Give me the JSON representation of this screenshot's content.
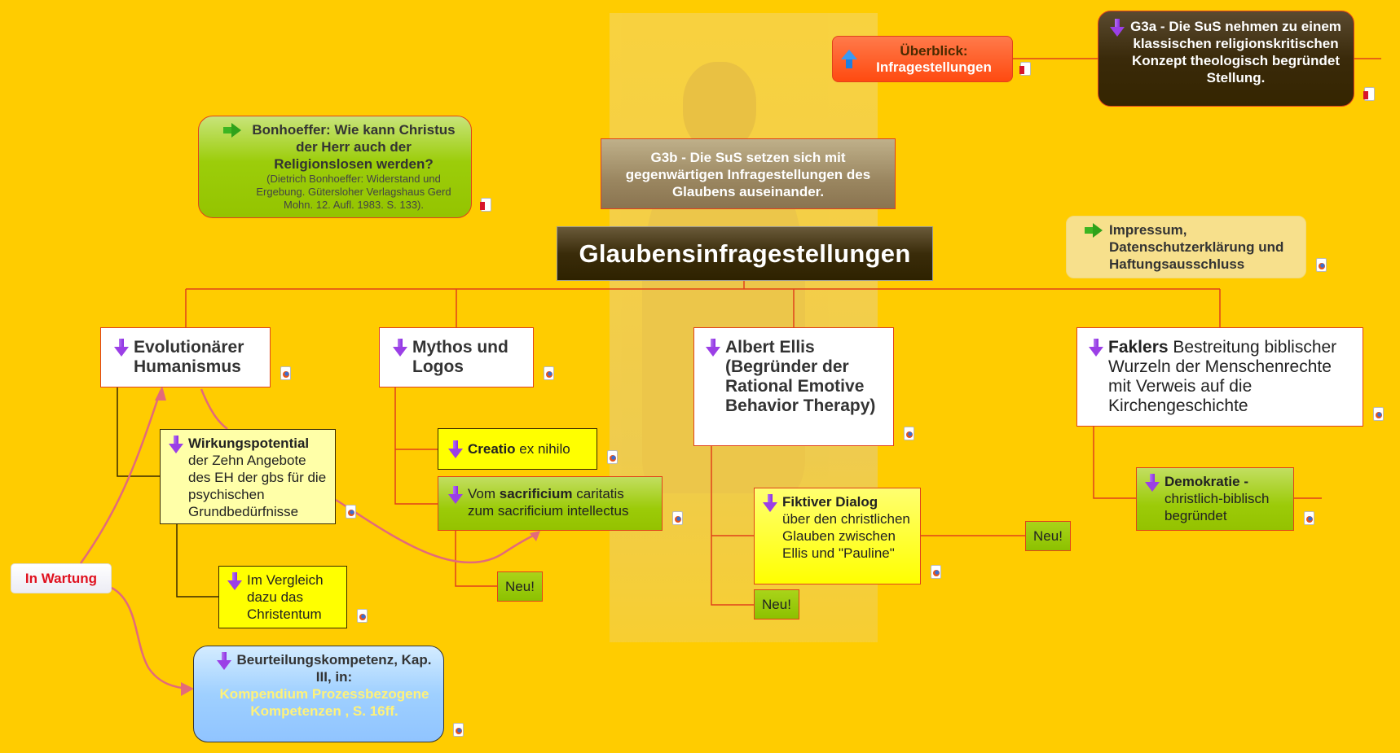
{
  "root": {
    "title": "Glaubensinfragestellungen"
  },
  "overview": {
    "label_line1": "Überblick:",
    "label_line2": "Infragestellungen",
    "icon": "arrow-up-icon"
  },
  "g3a": {
    "text": "G3a - Die SuS nehmen zu einem klassischen religionskritischen Konzept theologisch begründet Stellung."
  },
  "g3b": {
    "text": "G3b - Die SuS setzen sich mit gegenwärtigen Infragestellungen des Glaubens auseinander."
  },
  "bonhoeffer": {
    "title": "Bonhoeffer: Wie kann Christus der Herr auch der Religionslosen werden?",
    "citation": "(Dietrich Bonhoeffer: Widerstand und Ergebung. Gütersloher Verlagshaus Gerd Mohn. 12. Aufl. 1983. S. 133)."
  },
  "impressum": {
    "text": "Impressum, Datenschutzerklärung und Haftungsausschluss"
  },
  "branches": {
    "evo": {
      "label": "Evolutionärer Humanismus"
    },
    "mythos": {
      "label": "Mythos und Logos"
    },
    "ellis": {
      "label": "Albert Ellis (Begründer der Rational Emotive Behavior Therapy)"
    },
    "faklers": {
      "bold": "Faklers",
      "rest": " Bestreitung biblischer Wurzeln der Menschenrechte mit Verweis auf die Kirchengeschichte"
    }
  },
  "subnodes": {
    "wirkung": {
      "bold": "Wirkungspotential",
      "rest": "der Zehn Angebote des EH der gbs für die psychischen Grundbedürfnisse"
    },
    "vergleich": {
      "text": "Im Vergleich dazu das Christentum"
    },
    "creatio": {
      "bold": "Creatio",
      "rest": " ex nihilo"
    },
    "sacrificium": {
      "p1": "Vom ",
      "bold": "sacrificium",
      "p2": " caritatis zum sacrificium intellectus"
    },
    "dialog": {
      "bold": "Fiktiver Dialog",
      "rest": "über den christlichen Glauben zwischen Ellis und \"Pauline\""
    },
    "demokratie": {
      "bold": "Demokratie -",
      "rest": "christlich-biblisch begründet"
    },
    "neu_label": "Neu!"
  },
  "wartung": {
    "label": "In Wartung"
  },
  "beurteilung": {
    "title": "Beurteilungskompetenz, Kap. III, in:",
    "link": "Kompendium Prozessbezogene Kompetenzen , S. 16ff."
  },
  "colors": {
    "background": "#ffcc00",
    "connector": "#e0421b",
    "relation": "#e36a7a",
    "link_text": "#fff27a"
  }
}
